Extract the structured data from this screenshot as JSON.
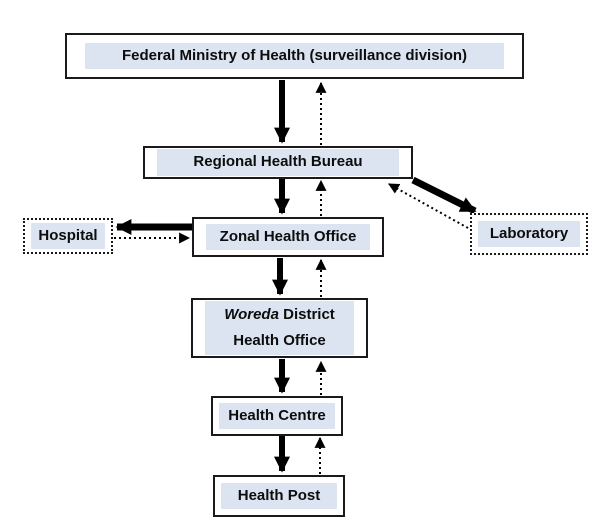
{
  "diagram": {
    "colors": {
      "background": "#ffffff",
      "box_border": "#1a1a1a",
      "label_fill": "#dbe4f0",
      "arrow": "#000000"
    },
    "nodes": {
      "fmoh": {
        "label": "Federal Ministry of Health (surveillance division)"
      },
      "rhb": {
        "label": "Regional Health Bureau"
      },
      "hospital": {
        "label": "Hospital"
      },
      "zho": {
        "label": "Zonal Health Office"
      },
      "laboratory": {
        "label": "Laboratory"
      },
      "woreda": {
        "name_italic": "Woreda",
        "line1_rest": " District",
        "line2": "Health Office"
      },
      "health_centre": {
        "label": "Health Centre"
      },
      "health_post": {
        "label": "Health Post"
      }
    },
    "connections": [
      {
        "from": "fmoh",
        "to": "rhb",
        "style": "solid-bold"
      },
      {
        "from": "rhb",
        "to": "fmoh",
        "style": "dotted"
      },
      {
        "from": "rhb",
        "to": "zho",
        "style": "solid-bold"
      },
      {
        "from": "zho",
        "to": "rhb",
        "style": "dotted"
      },
      {
        "from": "rhb",
        "to": "laboratory",
        "style": "solid-bold"
      },
      {
        "from": "laboratory",
        "to": "rhb",
        "style": "dotted"
      },
      {
        "from": "zho",
        "to": "hospital",
        "style": "solid-bold"
      },
      {
        "from": "hospital",
        "to": "zho",
        "style": "dotted"
      },
      {
        "from": "zho",
        "to": "woreda",
        "style": "solid-bold"
      },
      {
        "from": "woreda",
        "to": "zho",
        "style": "dotted"
      },
      {
        "from": "woreda",
        "to": "health_centre",
        "style": "solid-bold"
      },
      {
        "from": "health_centre",
        "to": "woreda",
        "style": "dotted"
      },
      {
        "from": "health_centre",
        "to": "health_post",
        "style": "solid-bold"
      },
      {
        "from": "health_post",
        "to": "health_centre",
        "style": "dotted"
      }
    ]
  }
}
